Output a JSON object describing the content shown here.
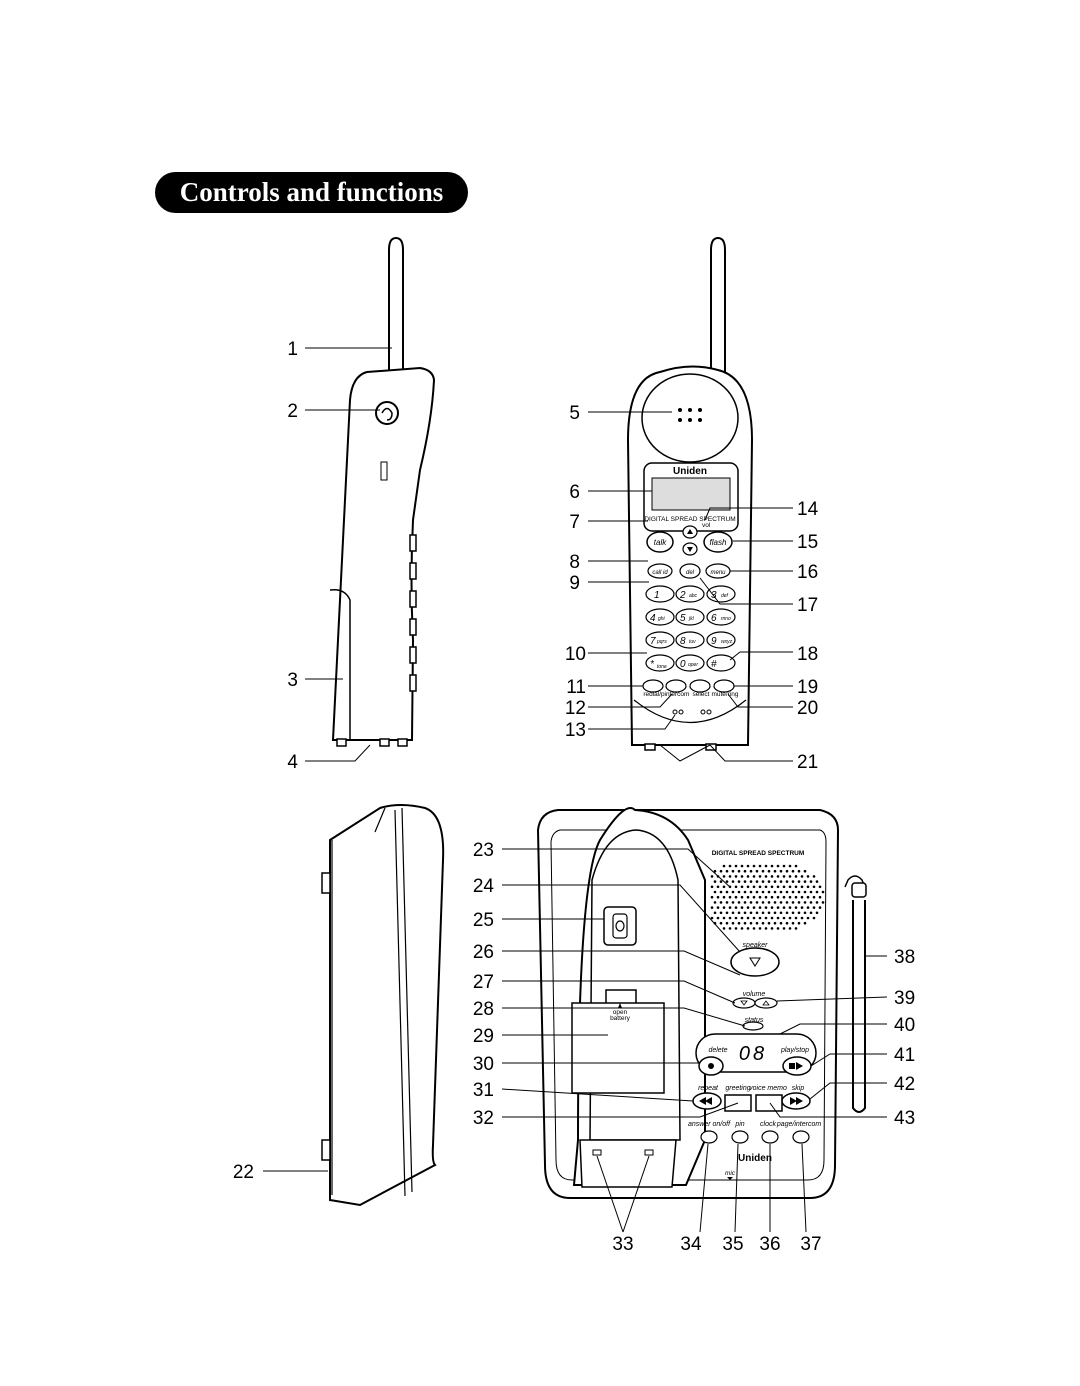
{
  "title": "Controls and functions",
  "callouts": [
    "1",
    "2",
    "3",
    "4",
    "5",
    "6",
    "7",
    "8",
    "9",
    "10",
    "11",
    "12",
    "13",
    "14",
    "15",
    "16",
    "17",
    "18",
    "19",
    "20",
    "21",
    "22",
    "23",
    "24",
    "25",
    "26",
    "27",
    "28",
    "29",
    "30",
    "31",
    "32",
    "33",
    "34",
    "35",
    "36",
    "37",
    "38",
    "39",
    "40",
    "41",
    "42",
    "43"
  ],
  "handset": {
    "brand": "Uniden",
    "dss": "DIGITAL SPREAD SPECTRUM",
    "vol": "vol",
    "talk": "talk",
    "flash": "flash",
    "callid": "call id",
    "del": "del",
    "menu": "menu",
    "keys": [
      {
        "digit": "1",
        "letters": ""
      },
      {
        "digit": "2",
        "letters": "abc"
      },
      {
        "digit": "3",
        "letters": "def"
      },
      {
        "digit": "4",
        "letters": "ghi"
      },
      {
        "digit": "5",
        "letters": "jkl"
      },
      {
        "digit": "6",
        "letters": "mno"
      },
      {
        "digit": "7",
        "letters": "pqrs"
      },
      {
        "digit": "8",
        "letters": "tuv"
      },
      {
        "digit": "9",
        "letters": "wxyz"
      },
      {
        "digit": "*",
        "letters": "tone"
      },
      {
        "digit": "0",
        "letters": "oper"
      },
      {
        "digit": "#",
        "letters": ""
      }
    ],
    "bottom_keys": [
      "redial/p",
      "intercom",
      "select",
      "mute/ring"
    ]
  },
  "base": {
    "dss": "DIGITAL SPREAD SPECTRUM",
    "speaker": "speaker",
    "volume": "volume",
    "status": "status",
    "delete": "delete",
    "counter": "08",
    "play_stop": "play/stop",
    "repeat": "repeat",
    "greeting": "greeting",
    "voice_memo": "voice memo",
    "skip": "skip",
    "answer_onoff": "answer on/off",
    "pin": "pin",
    "clock": "clock",
    "page_intercom": "page/intercom",
    "brand": "Uniden",
    "mic": "mic",
    "battery_open": "open",
    "battery_label": "battery"
  },
  "colors": {
    "ink": "#000000",
    "paper": "#ffffff",
    "screen": "#dddddd"
  }
}
